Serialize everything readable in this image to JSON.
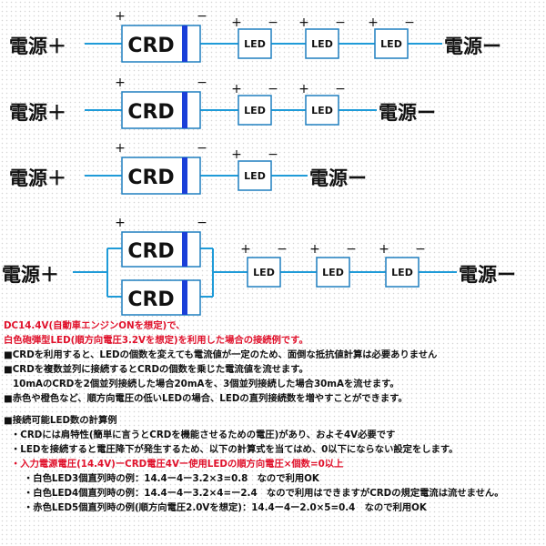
{
  "diagram": {
    "labels": {
      "power_plus": "電源＋",
      "power_minus": "電源ー",
      "crd": "CRD",
      "led": "LED",
      "plus": "+",
      "minus": "−"
    },
    "colors": {
      "wire": "#1f9bd8",
      "crd_band": "#1a3fd8",
      "box_border": "#1f7fbf"
    },
    "rows": [
      {
        "crd_count": 1,
        "led_count": 3
      },
      {
        "crd_count": 1,
        "led_count": 2
      },
      {
        "crd_count": 1,
        "led_count": 1
      },
      {
        "crd_count": 2,
        "led_count": 3
      }
    ]
  },
  "notes": {
    "intro_1": "DC14.4V(自動車エンジンONを想定)で、",
    "intro_2": "白色砲弾型LED(順方向電圧3.2Vを想定)を利用した場合の接続例です。",
    "bullet_1": "■CRDを利用すると、LEDの個数を変えても電流値が一定のため、面倒な抵抗値計算は必要ありません",
    "bullet_2": "■CRDを複数並列に接続するとCRDの個数を乗じた電流値を流せます。",
    "bullet_2_detail": "10mAのCRDを2個並列接続した場合20mAを、3個並列接続した場合30mAを流せます。",
    "bullet_3": "■赤色や橙色など、順方向電圧の低いLEDの場合、LEDの直列接続数を増やすことができます。",
    "calc_heading": "■接続可能LED数の計算例",
    "calc_1": "・CRDには肩特性(簡単に言うとCRDを機能させるための電圧)があり、およそ4V必要です",
    "calc_2": "・LEDを接続すると電圧降下が発生するため、以下の計算式を当てはめ、0以下にならない設定をします。",
    "formula": "・入力電源電圧(14.4V)ーCRD電圧4Vー使用LEDの順方向電圧×個数=0以上",
    "example_1": "・白色LED3個直列時の例：14.4ー4ー3.2×3=0.8　なので利用OK",
    "example_2": "・白色LED4個直列時の例：14.4ー4ー3.2×4=ー2.4　なので利用はできますがCRDの規定電流は流せません。",
    "example_3": "・赤色LED5個直列時の例(順方向電圧2.0Vを想定)：14.4ー4ー2.0×5=0.4　なので利用OK"
  }
}
